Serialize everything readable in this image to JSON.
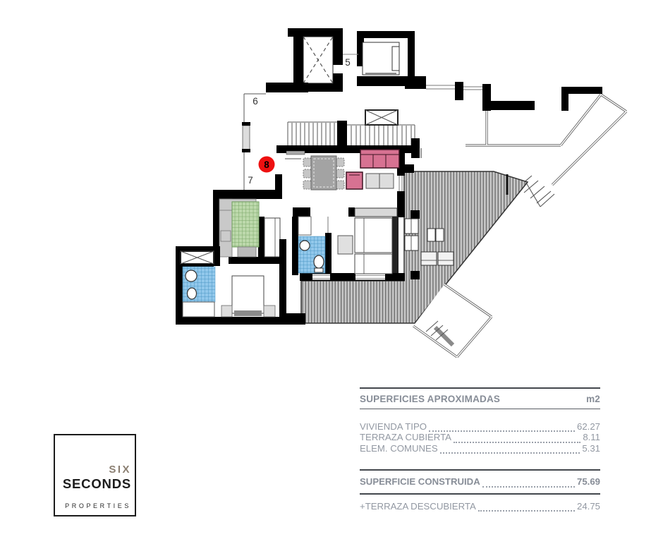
{
  "plan": {
    "labels": [
      {
        "text": "5"
      },
      {
        "text": "6"
      },
      {
        "text": "7"
      }
    ],
    "marker": {
      "text": "8",
      "color": "#ee1010"
    },
    "colors": {
      "walls": "#000000",
      "marker_red": "#ee1010",
      "sofa_pink": "#d77292",
      "bed_green": "#bdd9ac",
      "tile_blue": "#92c8eb",
      "terrace_hatch_gray": "#c4c4c4"
    }
  },
  "areas_table": {
    "header": {
      "title": "SUPERFICIES APROXIMADAS",
      "unit": "m2"
    },
    "rows": [
      {
        "label": "VIVIENDA TIPO",
        "value": "62.27"
      },
      {
        "label": "TERRAZA CUBIERTA",
        "value": "8.11"
      },
      {
        "label": "ELEM. COMUNES",
        "value": "5.31"
      }
    ],
    "total": {
      "label": "SUPERFICIE CONSTRUIDA",
      "value": "75.69"
    },
    "extra": {
      "label": "+TERRAZA DESCUBIERTA",
      "value": "24.75"
    }
  },
  "logo": {
    "line1": "SIX",
    "line2": "SECONDS",
    "line3": "PROPERTIES"
  }
}
